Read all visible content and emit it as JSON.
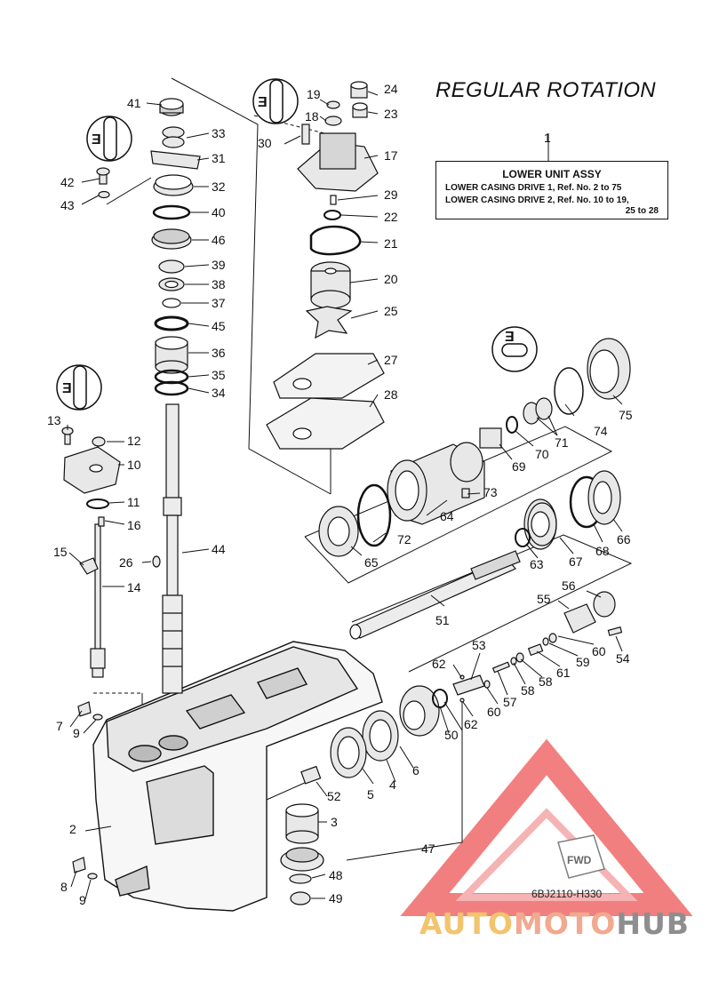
{
  "title": "REGULAR ROTATION",
  "ref_number": "1",
  "assembly": {
    "name": "LOWER UNIT ASSY",
    "line1": "LOWER CASING DRIVE 1,  Ref. No. 2 to 75",
    "line2": "LOWER CASING DRIVE 2,  Ref. No. 10 to 19,",
    "line3": "25 to 28"
  },
  "diagram_code": "6BJ2110-H330",
  "watermark": {
    "part1": "AUTO",
    "part2": "MOTO",
    "part3": "HUB",
    "logo_text": "FWD",
    "colors": [
      "#f2c46d",
      "#f1a98f",
      "#8e8e8e",
      "#ee3b3b"
    ]
  },
  "callouts": [
    "2",
    "3",
    "4",
    "5",
    "6",
    "7",
    "8",
    "9",
    "9",
    "10",
    "11",
    "12",
    "13",
    "14",
    "15",
    "16",
    "17",
    "18",
    "19",
    "20",
    "21",
    "22",
    "23",
    "24",
    "25",
    "26",
    "27",
    "28",
    "29",
    "30",
    "31",
    "32",
    "33",
    "33",
    "34",
    "35",
    "36",
    "37",
    "38",
    "39",
    "40",
    "41",
    "42",
    "43",
    "44",
    "45",
    "46",
    "47",
    "48",
    "49",
    "50",
    "51",
    "52",
    "53",
    "54",
    "55",
    "56",
    "57",
    "58",
    "58",
    "59",
    "60",
    "60",
    "61",
    "62",
    "62",
    "63",
    "64",
    "65",
    "66",
    "67",
    "68",
    "69",
    "70",
    "71",
    "71",
    "72",
    "73",
    "74",
    "75"
  ]
}
